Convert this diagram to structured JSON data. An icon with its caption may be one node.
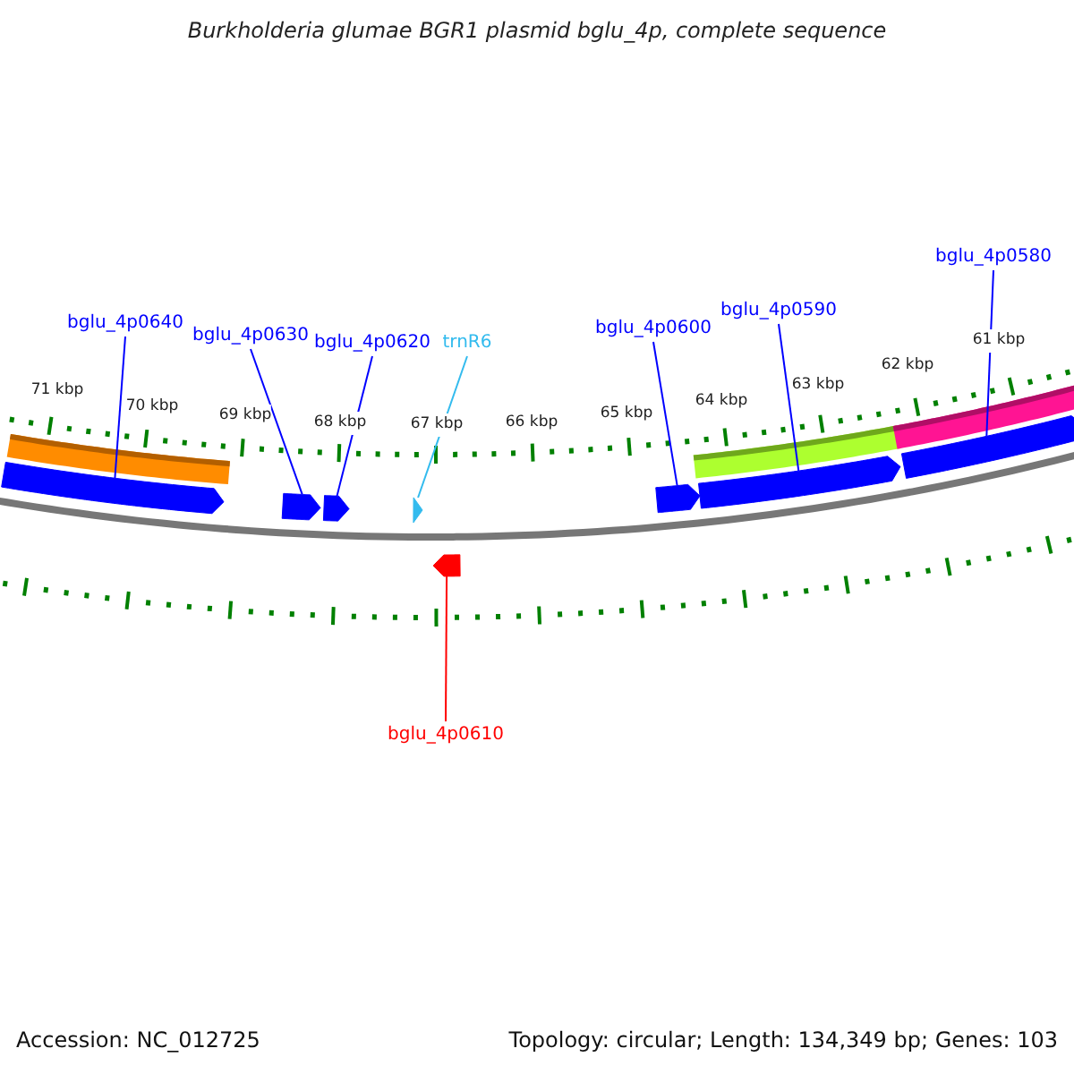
{
  "diagram": {
    "title": "Burkholderia glumae BGR1 plasmid bglu_4p, complete sequence",
    "nodes": [
      {
        "text": [
          "bglu_4p0640"
        ]
      },
      {
        "text": [
          "bglu_4p0630"
        ]
      },
      {
        "text": [
          "bglu_4p0620"
        ]
      },
      {
        "text": [
          "trnR6"
        ]
      },
      {
        "text": [
          "bglu_4p0600"
        ]
      },
      {
        "text": [
          "bglu_4p0590"
        ]
      },
      {
        "text": [
          "bglu_4p0580"
        ]
      },
      {
        "text": [],
        "shape": "arrow"
      },
      {
        "text": [],
        "shape": "arrow"
      },
      {
        "text": [],
        "shape": "arrow"
      },
      {
        "text": [],
        "shape": "arrow"
      },
      {
        "text": [],
        "shape": "arrow"
      },
      {
        "text": [],
        "shape": "arrow"
      },
      {
        "text": [],
        "shape": "arrow"
      },
      {
        "text": [],
        "shape": "arrow"
      },
      {
        "text": [
          "bglu_4p0610"
        ]
      }
    ],
    "edges": [
      {
        "from": 0,
        "to": 7,
        "arrow": "none"
      },
      {
        "from": 1,
        "to": 8,
        "arrow": "none"
      },
      {
        "from": 2,
        "to": 9,
        "arrow": "none"
      },
      {
        "from": 3,
        "to": 10,
        "arrow": "none",
        "color": "#33bbee"
      },
      {
        "from": 4,
        "to": 12,
        "arrow": "none"
      },
      {
        "from": 5,
        "to": 13,
        "arrow": "none"
      },
      {
        "from": 6,
        "to": 14,
        "arrow": "none"
      },
      {
        "from": 15,
        "to": 11,
        "arrow": "none",
        "color": "#ff0000"
      }
    ],
    "labels": [
      "71 kbp",
      "70 kbp",
      "69 kbp",
      "68 kbp",
      "67 kbp",
      "66 kbp",
      "65 kbp",
      "64 kbp",
      "63 kbp",
      "62 kbp",
      "61 kbp",
      "Accession: NC_012725",
      "Topology: circular; Length: 134,349 bp; Genes: 103"
    ]
  }
}
